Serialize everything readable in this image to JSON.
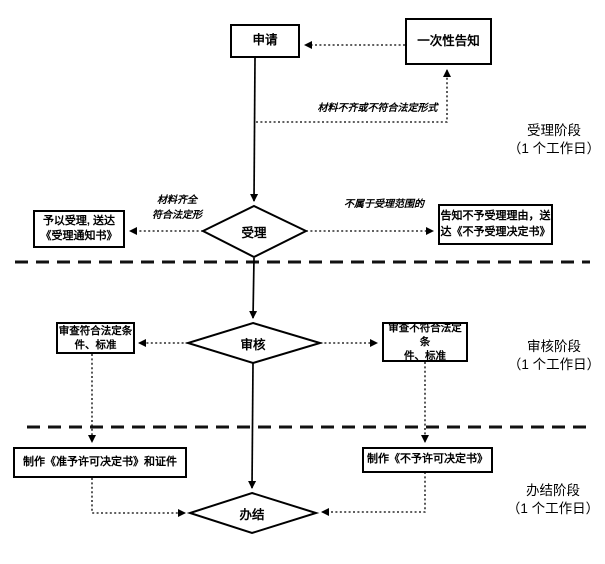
{
  "diagram": {
    "background": "#ffffff",
    "line_color": "#000000",
    "text_color": "#000000",
    "nodes": {
      "apply": "申请",
      "one_time_notice": "一次性告知",
      "accept": "受理",
      "review": "审核",
      "complete": "办结",
      "grant_accept": "予以受理, 送达\n《受理通知书》",
      "reject_accept": "告知不予受理理由，送\n达《不予受理决定书》",
      "review_pass": "审查符合法定条\n件、标准",
      "review_fail": "审查不符合法定条\n件、标准",
      "make_permit": "制作《准予许可决定书》和证件",
      "make_denial": "制作《不予许可决定书》"
    },
    "edge_labels": {
      "materials_incomplete": "材料不齐或不符合法定形式",
      "materials_complete": "材料齐全\n符合法定形",
      "out_of_scope": "不属于受理范围的"
    },
    "stages": [
      {
        "name": "受理阶段",
        "duration": "（1 个工作日）"
      },
      {
        "name": "审核阶段",
        "duration": "（1 个工作日）"
      },
      {
        "name": "办结阶段",
        "duration": "（1 个工作日）"
      }
    ]
  }
}
